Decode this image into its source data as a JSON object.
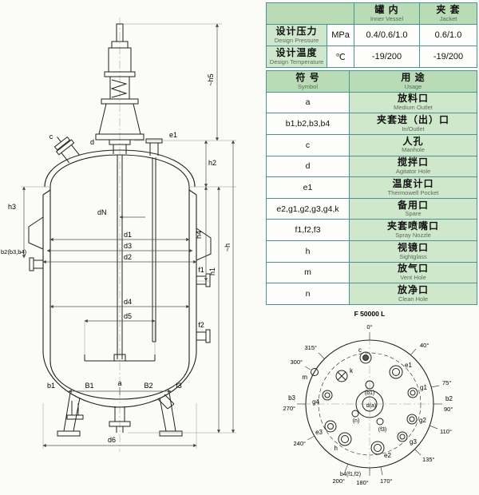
{
  "colors": {
    "table_border": "#4a9393",
    "table_header_bg": "#b9dcb6",
    "table_label_bg": "#cfe7cb",
    "line_color": "#222222",
    "background": "#fbfbf8"
  },
  "design_table": {
    "columns": [
      {
        "zh": "罐  内",
        "en": "Inner Vessel"
      },
      {
        "zh": "夹  套",
        "en": "Jacket"
      }
    ],
    "rows": [
      {
        "zh": "设计压力",
        "en": "Design Pressure",
        "unit": "MPa",
        "inner": "0.4/0.6/1.0",
        "jacket": "0.6/1.0"
      },
      {
        "zh": "设计温度",
        "en": "Design Temperature",
        "unit": "℃",
        "inner": "-19/200",
        "jacket": "-19/200"
      }
    ]
  },
  "symbol_table": {
    "headers": {
      "symbol_zh": "符 号",
      "symbol_en": "Symbol",
      "usage_zh": "用 途",
      "usage_en": "Usage"
    },
    "rows": [
      {
        "symbol": "a",
        "usage_zh": "放料口",
        "usage_en": "Medium Outlet"
      },
      {
        "symbol": "b1,b2,b3,b4",
        "usage_zh": "夹套进（出）口",
        "usage_en": "In/Outlet"
      },
      {
        "symbol": "c",
        "usage_zh": "人孔",
        "usage_en": "Manhole"
      },
      {
        "symbol": "d",
        "usage_zh": "搅拌口",
        "usage_en": "Agitator Hole"
      },
      {
        "symbol": "e1",
        "usage_zh": "温度计口",
        "usage_en": "Thermowell Pocket"
      },
      {
        "symbol": "e2,g1,g2,g3,g4,k",
        "usage_zh": "备用口",
        "usage_en": "Spare"
      },
      {
        "symbol": "f1,f2,f3",
        "usage_zh": "夹套喷嘴口",
        "usage_en": "Spray Nozzle"
      },
      {
        "symbol": "h",
        "usage_zh": "视镜口",
        "usage_en": "Sightglass"
      },
      {
        "symbol": "m",
        "usage_zh": "放气口",
        "usage_en": "Vent Hole"
      },
      {
        "symbol": "n",
        "usage_zh": "放净口",
        "usage_en": "Clean Hole"
      }
    ]
  },
  "drawing": {
    "labels": {
      "d": "d",
      "c": "c",
      "e1": "e1",
      "b2": "b2(b3,b4)",
      "h3": "h3",
      "dN": "dN",
      "d1": "d1",
      "d3": "d3",
      "d2": "d2",
      "d4": "d4",
      "d5": "d5",
      "f1": "f1",
      "f2": "f2",
      "f3": "f3",
      "b1": "b1",
      "B1": "B1",
      "a": "a",
      "B2": "B2",
      "d6": "d6",
      "h2": "h2",
      "h4": "h4",
      "h1": "h1",
      "h": "~h",
      "h5": "~h5"
    }
  },
  "orientation": {
    "title": "F 50000 L",
    "angles": {
      "a0": "0°",
      "a40": "40°",
      "a75": "75°",
      "a90": "90°",
      "a110": "110°",
      "a135": "135°",
      "a170": "170°",
      "a180": "180°",
      "a200": "200°",
      "a240": "240°",
      "a270": "270°",
      "a300": "300°",
      "a315": "315°"
    },
    "nozzles": {
      "c": "c",
      "e1": "e1",
      "g1": "g1",
      "b2": "b2",
      "g2": "g2",
      "g3": "g3",
      "e2": "e2",
      "b4": "b4(f1,f2)",
      "h": "h",
      "e3": "e3",
      "g4": "g4",
      "b3": "b3",
      "m": "m",
      "k": "k",
      "b1": "(b1)",
      "da": "d(a)",
      "n": "(n)",
      "f3": "(f3)"
    }
  }
}
